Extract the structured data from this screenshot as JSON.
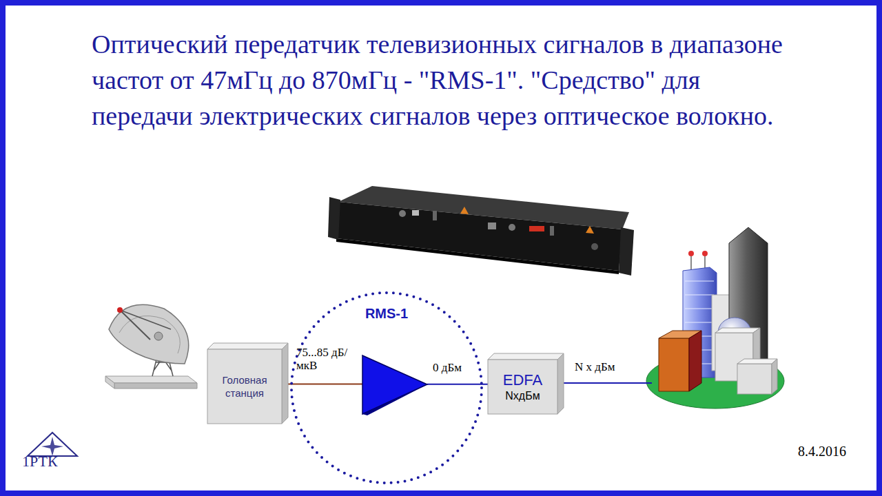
{
  "diagram": {
    "title": "Оптический передатчик телевизионных сигналов в диапазоне частот от 47мГц до 870мГц - \"RMS-1\". \"Средство\" для передачи электрических сигналов через оптическое волокно.",
    "nodes": [
      {
        "text": [
          "Головная станция"
        ]
      },
      {
        "text": [
          "RMS-1"
        ]
      },
      {
        "text": [
          "EDFA",
          "NxдБм"
        ]
      }
    ],
    "edges": [
      {
        "from": 0,
        "to": 1,
        "label": "75...85 дБ/мкВ",
        "arrow": "none"
      },
      {
        "from": 1,
        "to": 2,
        "label": "0 дБм",
        "arrow": "none"
      }
    ],
    "labels": [
      "N x дБм",
      "1РТК",
      "8.4.2016"
    ]
  }
}
